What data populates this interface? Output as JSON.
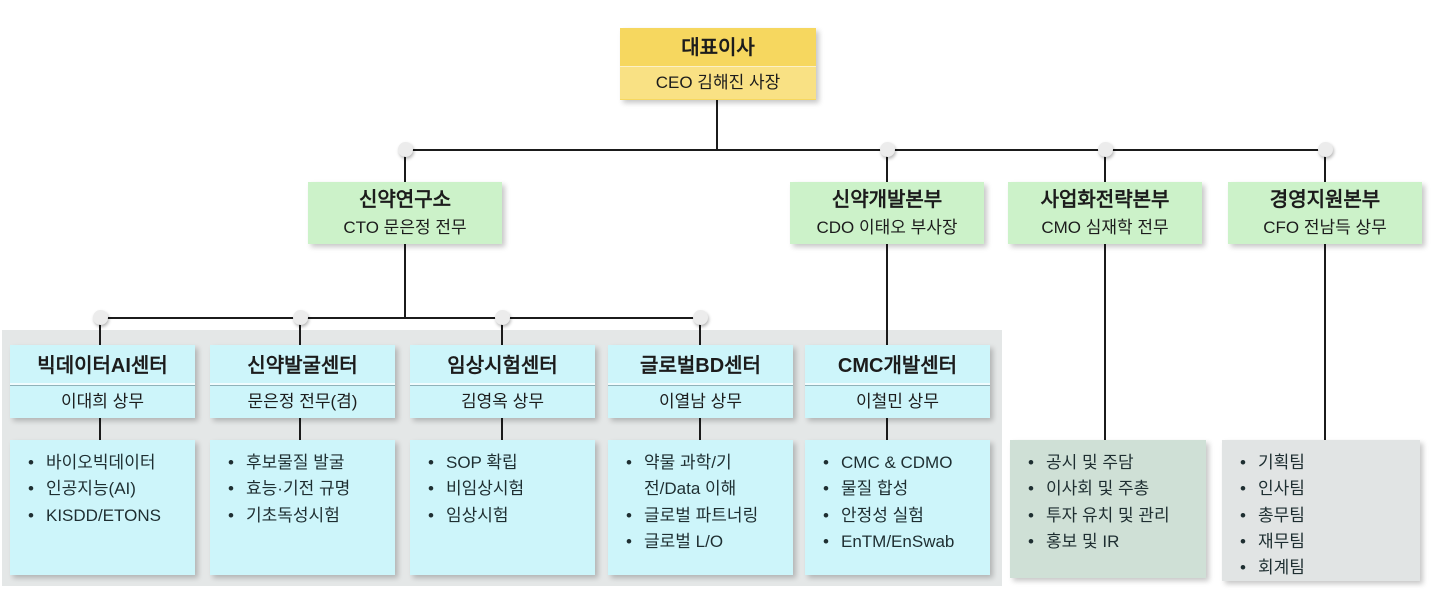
{
  "diagram_title": "Pharma company organization chart",
  "colors": {
    "ceo_box": "#f6d75f",
    "division_box": "#ccf2c9",
    "center_box": "#cdf5fa",
    "biz_team_box": "#cfe0d6",
    "mgmt_team_box": "#e1e4e4",
    "background_panel": "#e4e7e7",
    "connector": "#1b1b1b"
  },
  "ceo": {
    "title": "대표이사",
    "subtitle": "CEO 김해진 사장"
  },
  "divisions": [
    {
      "title": "신약연구소",
      "leader": "CTO 문은정 전무"
    },
    {
      "title": "신약개발본부",
      "leader": "CDO 이태오 부사장"
    },
    {
      "title": "사업화전략본부",
      "leader": "CMO 심재학 전무"
    },
    {
      "title": "경영지원본부",
      "leader": "CFO 전남득 상무"
    }
  ],
  "centers": [
    {
      "title": "빅데이터AI센터",
      "leader": "이대희 상무",
      "items": [
        "바이오빅데이터",
        "인공지능(AI)",
        "KISDD/ETONS"
      ]
    },
    {
      "title": "신약발굴센터",
      "leader": "문은정 전무(겸)",
      "items": [
        "후보물질 발굴",
        "효능·기전 규명",
        "기초독성시험"
      ]
    },
    {
      "title": "임상시험센터",
      "leader": "김영옥 상무",
      "items": [
        "SOP 확립",
        "비임상시험",
        "임상시험"
      ]
    },
    {
      "title": "글로벌BD센터",
      "leader": "이열남 상무",
      "items": [
        "약물 과학/기전/Data 이해",
        "글로벌 파트너링",
        "글로벌 L/O"
      ]
    },
    {
      "title": "CMC개발센터",
      "leader": "이철민 상무",
      "items": [
        "CMC & CDMO",
        "물질 합성",
        "안정성 실험",
        "EnTM/EnSwab"
      ]
    }
  ],
  "division_teams": [
    {
      "parent": "사업화전략본부",
      "items": [
        "공시 및 주담",
        "이사회 및 주총",
        "투자 유치 및 관리",
        "홍보 및 IR"
      ]
    },
    {
      "parent": "경영지원본부",
      "items": [
        "기획팀",
        "인사팀",
        "총무팀",
        "재무팀",
        "회계팀"
      ]
    }
  ]
}
